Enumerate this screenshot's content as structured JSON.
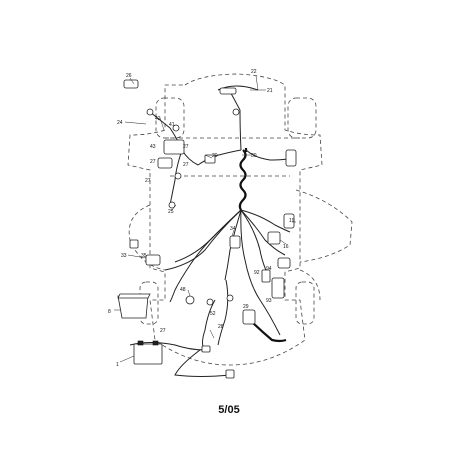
{
  "diagram": {
    "callouts": [
      {
        "id": "c-26",
        "text": "26"
      },
      {
        "id": "c-22",
        "text": "22"
      },
      {
        "id": "c-21",
        "text": "21"
      },
      {
        "id": "c-24",
        "text": "24"
      },
      {
        "id": "c-42",
        "text": "42"
      },
      {
        "id": "c-41",
        "text": "41"
      },
      {
        "id": "c-43",
        "text": "43"
      },
      {
        "id": "c-27a",
        "text": "27"
      },
      {
        "id": "c-27b",
        "text": "27"
      },
      {
        "id": "c-27c",
        "text": "27"
      },
      {
        "id": "c-27d",
        "text": "27"
      },
      {
        "id": "c-20",
        "text": "20"
      },
      {
        "id": "c-30",
        "text": "30"
      },
      {
        "id": "c-25",
        "text": "25"
      },
      {
        "id": "c-33",
        "text": "33"
      },
      {
        "id": "c-34",
        "text": "34"
      },
      {
        "id": "c-19",
        "text": "19"
      },
      {
        "id": "c-16",
        "text": "16"
      },
      {
        "id": "c-35",
        "text": "35"
      },
      {
        "id": "c-92",
        "text": "92"
      },
      {
        "id": "c-94",
        "text": "94"
      },
      {
        "id": "c-93",
        "text": "93"
      },
      {
        "id": "c-48",
        "text": "48"
      },
      {
        "id": "c-52",
        "text": "52"
      },
      {
        "id": "c-29",
        "text": "29"
      },
      {
        "id": "c-8",
        "text": "8"
      },
      {
        "id": "c-1",
        "text": "1"
      },
      {
        "id": "c-28",
        "text": "28"
      },
      {
        "id": "c-27e",
        "text": "27"
      }
    ]
  },
  "footer": {
    "date_code": "5/05"
  }
}
